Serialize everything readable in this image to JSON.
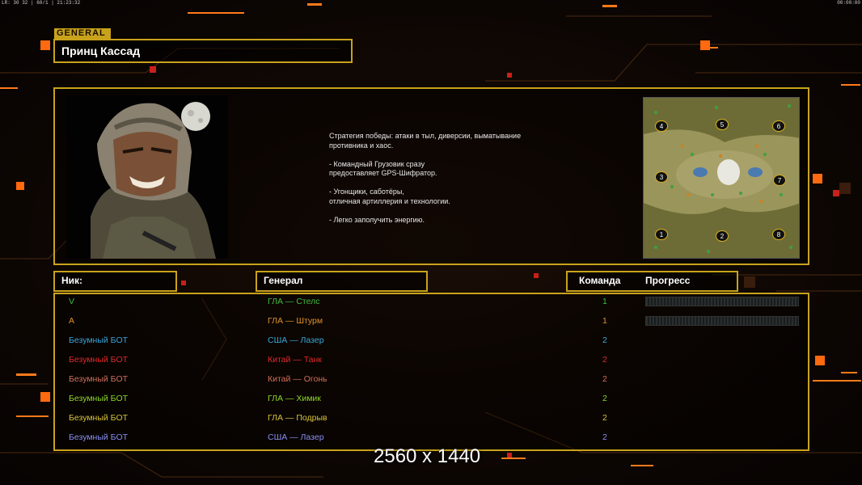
{
  "topbar": {
    "left_text": "LR: 30 32 | 60/1 | 21:23:32",
    "right_text": "00:00:00"
  },
  "header": {
    "tag": "GENERAL",
    "general_name": "Принц Кассад"
  },
  "description": "Стратегия победы: атаки в тыл, диверсии, выматывание\n противника и хаос.\n\n- Командный Грузовик сразу\nпредоставляет GPS-Шифратор.\n\n- Угонщики, саботёры,\nотличная артиллерия и технологии.\n\n- Легко заполучить энергию.",
  "map": {
    "slots": [
      "1",
      "2",
      "3",
      "4",
      "5",
      "6",
      "7",
      "8"
    ]
  },
  "table": {
    "headers": {
      "nick": "Ник:",
      "general": "Генерал",
      "team": "Команда",
      "progress": "Прогресс"
    },
    "rows": [
      {
        "nick": "V",
        "general": "ГЛА — Стелс",
        "team": "1",
        "color": "#3fbf3f",
        "has_progress": true
      },
      {
        "nick": "A",
        "general": "ГЛА — Штурм",
        "team": "1",
        "color": "#e0902a",
        "has_progress": true
      },
      {
        "nick": "Безумный БОТ",
        "general": "США — Лазер",
        "team": "2",
        "color": "#3aa6d8",
        "has_progress": false
      },
      {
        "nick": "Безумный БОТ",
        "general": "Китай — Танк",
        "team": "2",
        "color": "#e02a2a",
        "has_progress": false
      },
      {
        "nick": "Безумный БОТ",
        "general": "Китай — Огонь",
        "team": "2",
        "color": "#d0705a",
        "has_progress": false
      },
      {
        "nick": "Безумный БОТ",
        "general": "ГЛА — Химик",
        "team": "2",
        "color": "#8fd62a",
        "has_progress": false
      },
      {
        "nick": "Безумный БОТ",
        "general": "ГЛА — Подрыв",
        "team": "2",
        "color": "#d8c23a",
        "has_progress": false
      },
      {
        "nick": "Безумный БОТ",
        "general": "США — Лазер",
        "team": "2",
        "color": "#8a8ef0",
        "has_progress": false
      }
    ]
  },
  "watermark": "2560 x 1440",
  "colors": {
    "frame": "#c9a21b",
    "accent_orange": "#ff7a1a",
    "background": "#0a0604"
  }
}
